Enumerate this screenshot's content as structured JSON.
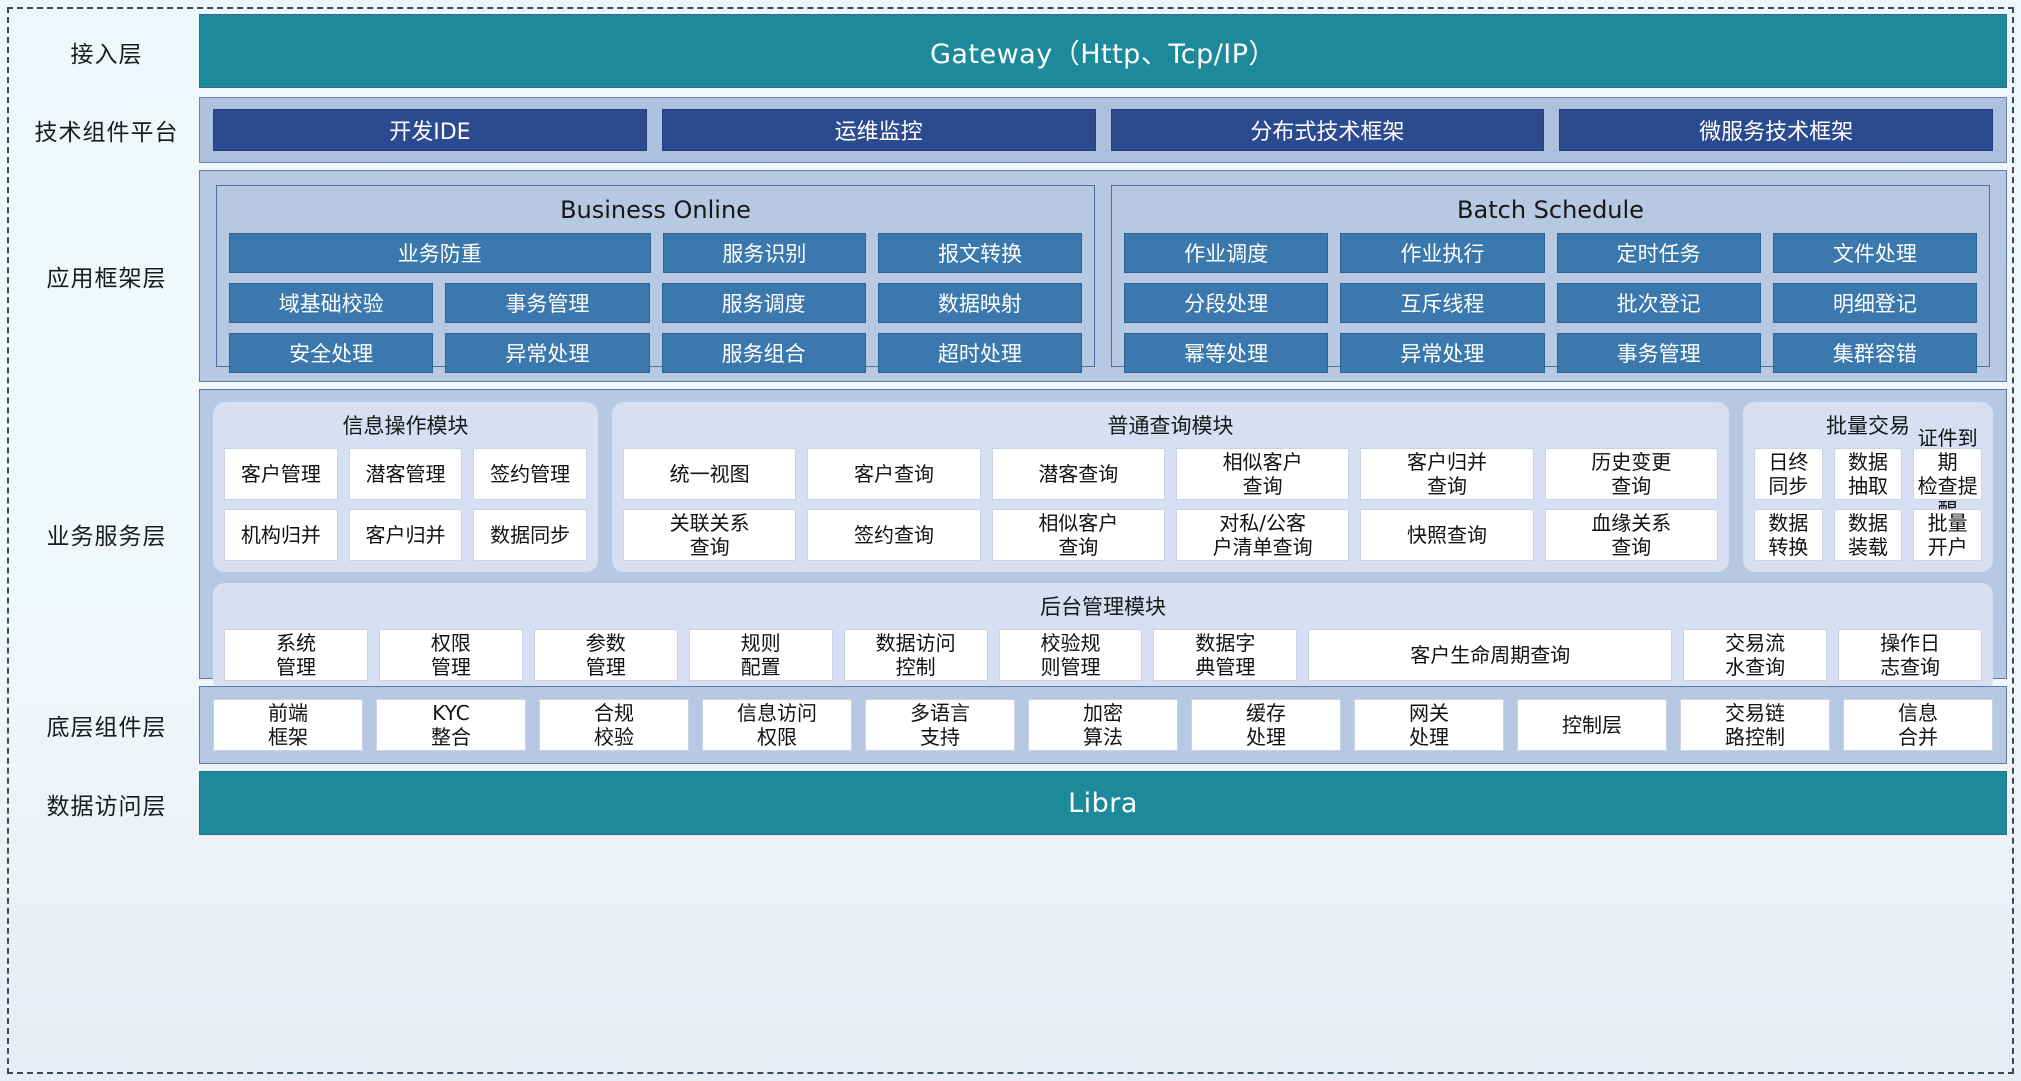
{
  "layers": {
    "access": {
      "label": "接入层",
      "bar": "Gateway（Http、Tcp/IP）"
    },
    "tech": {
      "label": "技术组件平台",
      "items": [
        "开发IDE",
        "运维监控",
        "分布式技术框架",
        "微服务技术框架"
      ]
    },
    "appframework": {
      "label": "应用框架层",
      "groups": [
        {
          "title": "Business Online",
          "rows": [
            [
              "业务防重",
              "服务识别",
              "报文转换"
            ],
            [
              "域基础校验",
              "事务管理",
              "服务调度",
              "数据映射"
            ],
            [
              "安全处理",
              "异常处理",
              "服务组合",
              "超时处理"
            ]
          ]
        },
        {
          "title": "Batch Schedule",
          "rows": [
            [
              "作业调度",
              "作业执行",
              "定时任务",
              "文件处理"
            ],
            [
              "分段处理",
              "互斥线程",
              "批次登记",
              "明细登记"
            ],
            [
              "幂等处理",
              "异常处理",
              "事务管理",
              "集群容错"
            ]
          ]
        }
      ]
    },
    "business": {
      "label": "业务服务层",
      "modules": {
        "info": {
          "title": "信息操作模块",
          "rows": [
            [
              "客户管理",
              "潜客管理",
              "签约管理"
            ],
            [
              "机构归并",
              "客户归并",
              "数据同步"
            ]
          ]
        },
        "query": {
          "title": "普通查询模块",
          "rows": [
            [
              "统一视图",
              "客户查询",
              "潜客查询",
              "相似客户\n查询",
              "客户归并\n查询",
              "历史变更\n查询"
            ],
            [
              "关联关系\n查询",
              "签约查询",
              "相似客户\n查询",
              "对私/公客\n户清单查询",
              "快照查询",
              "血缘关系\n查询"
            ]
          ]
        },
        "batch": {
          "title": "批量交易",
          "rows": [
            [
              "日终\n同步",
              "数据\n抽取",
              "证件到期\n检查提醒"
            ],
            [
              "数据\n转换",
              "数据\n装载",
              "批量\n开户"
            ]
          ]
        },
        "admin": {
          "title": "后台管理模块",
          "rows": [
            [
              "系统\n管理",
              "权限\n管理",
              "参数\n管理",
              "规则\n配置",
              "数据访问\n控制",
              "校验规\n则管理",
              "数据字\n典管理",
              "客户生命周期查询",
              "交易流\n水查询",
              "操作日\n志查询"
            ]
          ]
        }
      }
    },
    "components": {
      "label": "底层组件层",
      "items": [
        "前端\n框架",
        "KYC\n整合",
        "合规\n校验",
        "信息访问\n权限",
        "多语言\n支持",
        "加密\n算法",
        "缓存\n处理",
        "网关\n处理",
        "控制层",
        "交易链\n路控制",
        "信息\n合并"
      ]
    },
    "data": {
      "label": "数据访问层",
      "bar": "Libra"
    }
  },
  "colors": {
    "teal": "#1d8a9c",
    "dark_blue_chip": "#2c4a8f",
    "mid_blue_chip": "#3a78ad",
    "panel_blue": "#b6c8e2",
    "card_blue": "#d7e0f2"
  }
}
